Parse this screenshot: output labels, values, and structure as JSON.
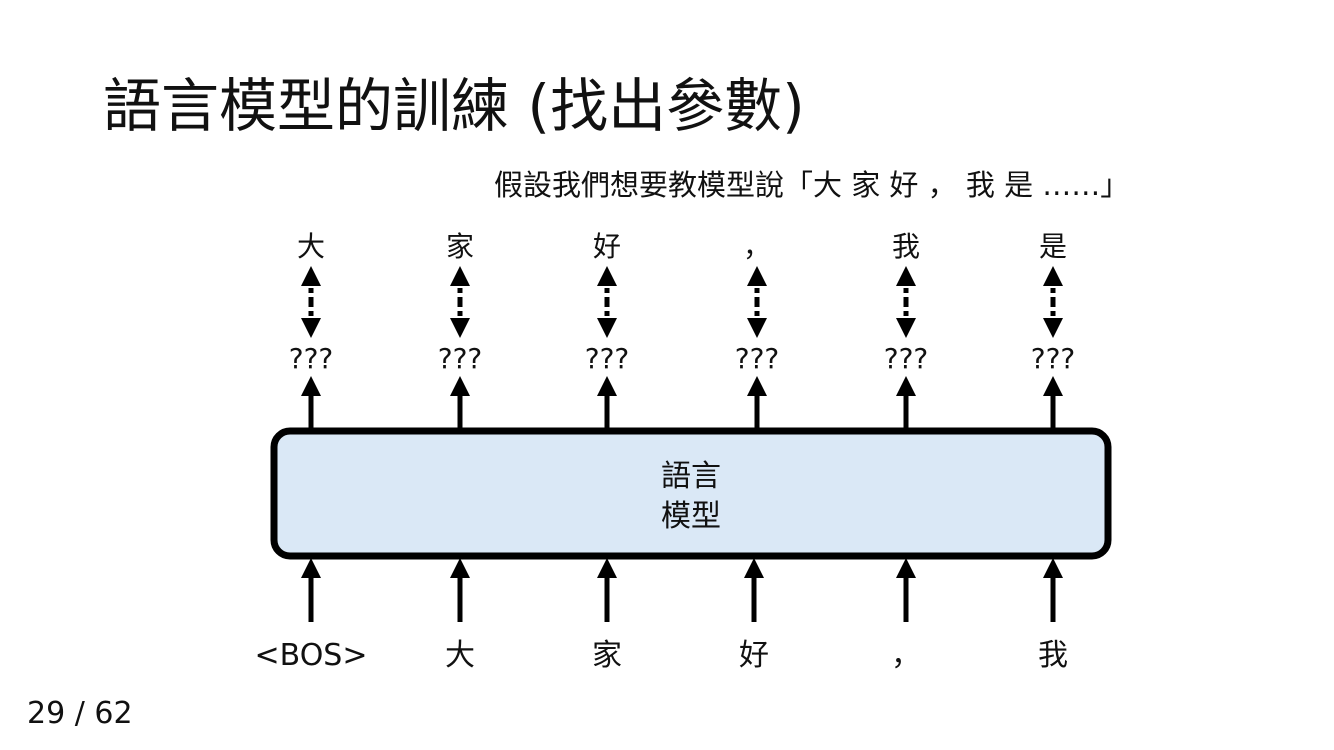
{
  "slide": {
    "title": "語言模型的訓練 (找出參數)",
    "subtitle": "假設我們想要教模型說「大 家 好 ， 我 是 ……」",
    "page": "29 / 62"
  },
  "diagram": {
    "model_label_line1": "語言",
    "model_label_line2": "模型",
    "model_fill": "#dae8f6",
    "targets": [
      "大",
      "家",
      "好",
      "，",
      "我",
      "是"
    ],
    "predictions": [
      "???",
      "???",
      "???",
      "???",
      "???",
      "???"
    ],
    "inputs": [
      "<BOS>",
      "大",
      "家",
      "好",
      "，",
      "我"
    ]
  }
}
